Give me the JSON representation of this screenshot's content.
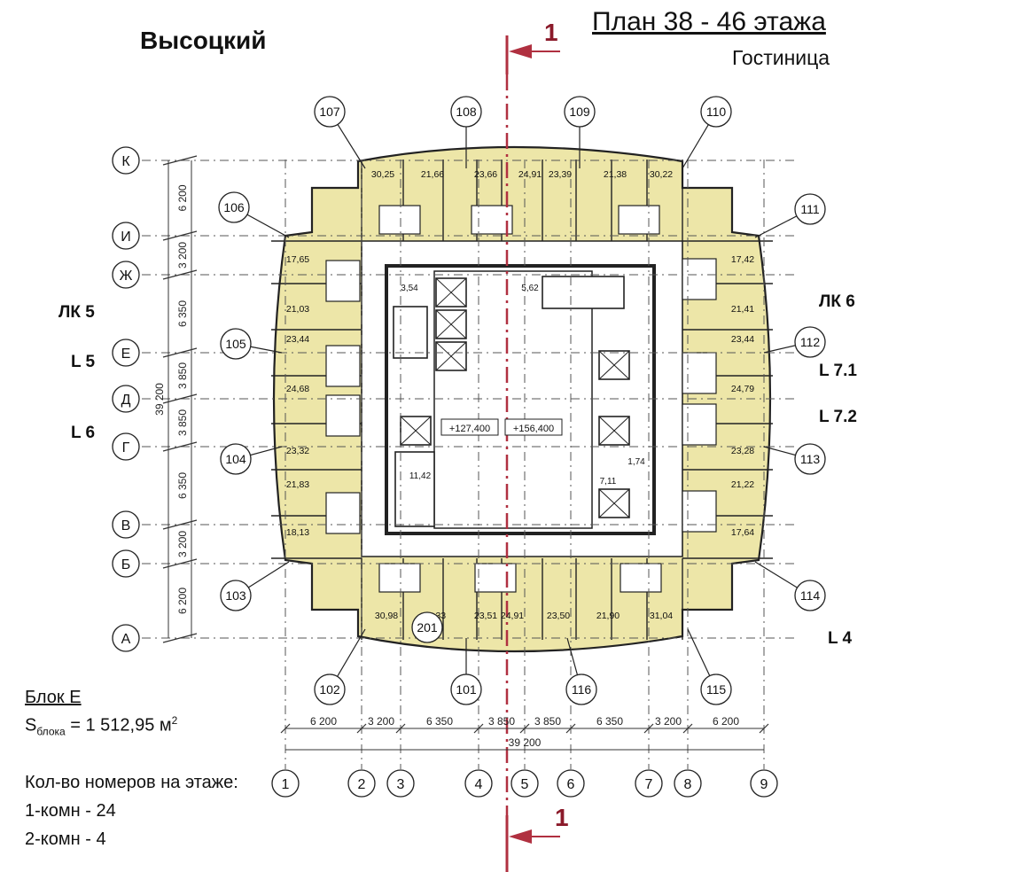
{
  "header": {
    "title": "План 38 - 46 этажа",
    "subtitle": "Гостиница",
    "project": "Высоцкий"
  },
  "section_mark": "1",
  "rows": [
    {
      "label": "К"
    },
    {
      "label": "И"
    },
    {
      "label": "Ж"
    },
    {
      "label": "Е"
    },
    {
      "label": "Д"
    },
    {
      "label": "Г"
    },
    {
      "label": "В"
    },
    {
      "label": "Б"
    },
    {
      "label": "А"
    }
  ],
  "row_dims": [
    "6 200",
    "3 200",
    "6 350",
    "3 850",
    "3 850",
    "6 350",
    "3 200",
    "6 200"
  ],
  "row_total": "39 200",
  "cols": [
    {
      "label": "1"
    },
    {
      "label": "2"
    },
    {
      "label": "3"
    },
    {
      "label": "4"
    },
    {
      "label": "5"
    },
    {
      "label": "6"
    },
    {
      "label": "7"
    },
    {
      "label": "8"
    },
    {
      "label": "9"
    }
  ],
  "col_dims": [
    "6 200",
    "3 200",
    "6 350",
    "3 850",
    "3 850",
    "6 350",
    "3 200",
    "6 200"
  ],
  "col_total": "39 200",
  "room_tags": [
    "107",
    "108",
    "109",
    "110",
    "106",
    "111",
    "105",
    "112",
    "104",
    "113",
    "103",
    "114",
    "102",
    "101",
    "116",
    "115",
    "201"
  ],
  "areas": {
    "top": [
      "30,25",
      "21,66",
      "23,66",
      "24,91",
      "23,39",
      "21,38",
      "30,22"
    ],
    "left": [
      "17,65",
      "21,03",
      "23,44",
      "24,68",
      "23,32",
      "21,83",
      "18,13"
    ],
    "right": [
      "17,42",
      "21,41",
      "23,44",
      "24,79",
      "23,28",
      "21,22",
      "17,64"
    ],
    "bottom": [
      "30,98",
      "21,33",
      "23,51",
      "24,91",
      "23,50",
      "21,90",
      "31,04"
    ],
    "core": [
      "3,54",
      "5,62",
      "11,42",
      "1,74",
      "7,11"
    ]
  },
  "elevations": [
    "+127,400",
    "+156,400"
  ],
  "tags": {
    "lk5": "ЛК 5",
    "l5": "L 5",
    "l6": "L 6",
    "lk6": "ЛК 6",
    "l71": "L 7.1",
    "l72": "L 7.2",
    "l4": "L 4"
  },
  "block": {
    "name": "Блок Е",
    "area_prefix": "S",
    "area_sub": "блока",
    "area_value": " = 1 512,95 м",
    "area_sup": "2"
  },
  "room_counts": {
    "title": "Кол-во номеров на этаже:",
    "one": "1-комн - 24",
    "two": "2-комн - 4"
  },
  "colors": {
    "fill": "#ede6a8",
    "line": "#222222",
    "axis": "#b03040",
    "dim": "#333333",
    "core": "#ffffff"
  }
}
